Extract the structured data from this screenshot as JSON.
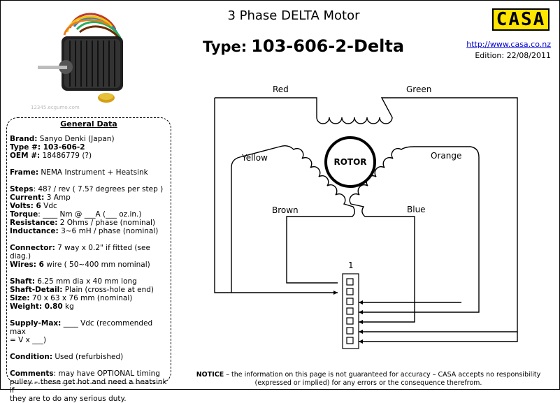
{
  "header": {
    "title": "3 Phase DELTA Motor",
    "type_label": "Type:",
    "type_value": "103-606-2-Delta",
    "logo_text": "CASA",
    "url": "http://www.casa.co.nz",
    "edition": "Edition: 22/08/2011"
  },
  "photo": {
    "watermark": "12345.ecgumo.com"
  },
  "general_data": {
    "title": "General Data",
    "brand_label": "Brand:",
    "brand_value": " Sanyo Denki (Japan)",
    "type_label": "Type #:",
    "type_value": " 103-606-2",
    "oem_label": "OEM #:",
    "oem_value": " 18486779 (?)",
    "frame_label": "Frame:",
    "frame_value": " NEMA Instrument + Heatsink",
    "steps_label": "Steps",
    "steps_value": ": 48? / rev ( 7.5? degrees per step )",
    "current_label": "Current:",
    "current_value": " 3  Amp",
    "volts_label": "Volts: 6",
    "volts_value": " Vdc",
    "torque_label": "Torque",
    "torque_value": ": ____ Nm @ ___A (___ oz.in.)",
    "resistance_label": "Resistance:",
    "resistance_value": " 2 Ohms / phase (nominal)",
    "inductance_label": "Inductance:",
    "inductance_value": " 3~6 mH / phase (nominal)",
    "connector_label": "Connector:",
    "connector_value": "  7 way x 0.2\" if fitted (see diag.)",
    "wires_label": "Wires: 6",
    "wires_value": " wire ( 50~400 mm nominal)",
    "shaft_label": "Shaft:",
    "shaft_value": " 6.25 mm dia x 40 mm long",
    "shaft_detail_label": "Shaft-Detail:",
    "shaft_detail_value": " Plain (cross-hole at end)",
    "size_label": "Size:",
    "size_value": " 70 x 63 x 76 mm (nominal)",
    "weight_label": "Weight: 0.80",
    "weight_value": " kg",
    "supply_label": "Supply-Max:",
    "supply_value": " ____ Vdc (recommended max",
    "supply_value_2": "= V x ___)",
    "condition_label": "Condition:",
    "condition_value": " Used  (refurbished)",
    "comments_label": "Comments",
    "comments_value": ": may have OPTIONAL timing",
    "comments_2": "pulley – these get hot and need a heatsink if",
    "comments_3": "they are to do any serious duty."
  },
  "diagram": {
    "rotor_label": "ROTOR",
    "wires": {
      "red": "Red",
      "green": "Green",
      "yellow": "Yellow",
      "orange": "Orange",
      "brown": "Brown",
      "blue": "Blue"
    },
    "connector_pin1": "1",
    "connector_pins": 7
  },
  "notice": {
    "label": "NOTICE",
    "line1": " – the information on this page is not guaranteed for accuracy – CASA accepts no responsibility",
    "line2": "(expressed or implied) for any errors or the consequence therefrom."
  },
  "colors": {
    "logo_bg": "#ffe600",
    "link": "#0000cc"
  }
}
